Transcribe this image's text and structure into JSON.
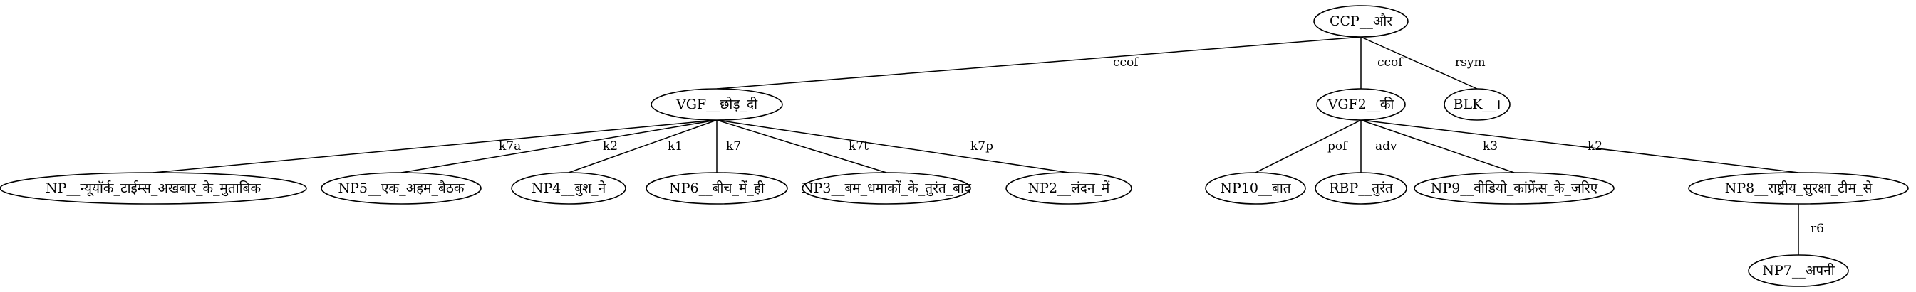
{
  "colors": {
    "stroke": "#000000",
    "background": "#ffffff",
    "text": "#000000"
  },
  "nodes": [
    {
      "id": "ccp",
      "label": "CCP__और"
    },
    {
      "id": "vgf",
      "label": "VGF__छोड़_दी"
    },
    {
      "id": "vgf2",
      "label": "VGF2__की"
    },
    {
      "id": "blk",
      "label": "BLK__।"
    },
    {
      "id": "np",
      "label": "NP__न्यूयॉर्क_टाईम्स_अखबार_के_मुताबिक"
    },
    {
      "id": "np5",
      "label": "NP5__एक_अहम_बैठक"
    },
    {
      "id": "np4",
      "label": "NP4__बुश_ने"
    },
    {
      "id": "np6",
      "label": "NP6__बीच_में_ही"
    },
    {
      "id": "np3",
      "label": "NP3__बम_धमाकों_के_तुरंत_बाद"
    },
    {
      "id": "np2",
      "label": "NP2__लंदन_में"
    },
    {
      "id": "np10",
      "label": "NP10__बात"
    },
    {
      "id": "rbp",
      "label": "RBP__तुरंत"
    },
    {
      "id": "np9",
      "label": "NP9__वीडियो_कांफ्रेंस_के_जरिए"
    },
    {
      "id": "np8",
      "label": "NP8__राष्ट्रीय_सुरक्षा_टीम_से"
    },
    {
      "id": "np7",
      "label": "NP7__अपनी"
    }
  ],
  "edges": [
    {
      "id": "e1",
      "from": "ccp",
      "to": "vgf",
      "label": "ccof"
    },
    {
      "id": "e2",
      "from": "ccp",
      "to": "vgf2",
      "label": "ccof"
    },
    {
      "id": "e3",
      "from": "ccp",
      "to": "blk",
      "label": "rsym"
    },
    {
      "id": "e4",
      "from": "vgf",
      "to": "np",
      "label": "k7a"
    },
    {
      "id": "e5",
      "from": "vgf",
      "to": "np5",
      "label": "k2"
    },
    {
      "id": "e6",
      "from": "vgf",
      "to": "np4",
      "label": "k1"
    },
    {
      "id": "e7",
      "from": "vgf",
      "to": "np6",
      "label": "k7"
    },
    {
      "id": "e8",
      "from": "vgf",
      "to": "np3",
      "label": "k7t"
    },
    {
      "id": "e9",
      "from": "vgf",
      "to": "np2",
      "label": "k7p"
    },
    {
      "id": "e10",
      "from": "vgf2",
      "to": "np10",
      "label": "pof"
    },
    {
      "id": "e11",
      "from": "vgf2",
      "to": "rbp",
      "label": "adv"
    },
    {
      "id": "e12",
      "from": "vgf2",
      "to": "np9",
      "label": "k3"
    },
    {
      "id": "e13",
      "from": "vgf2",
      "to": "np8",
      "label": "k2"
    },
    {
      "id": "e14",
      "from": "np8",
      "to": "np7",
      "label": "r6"
    }
  ]
}
